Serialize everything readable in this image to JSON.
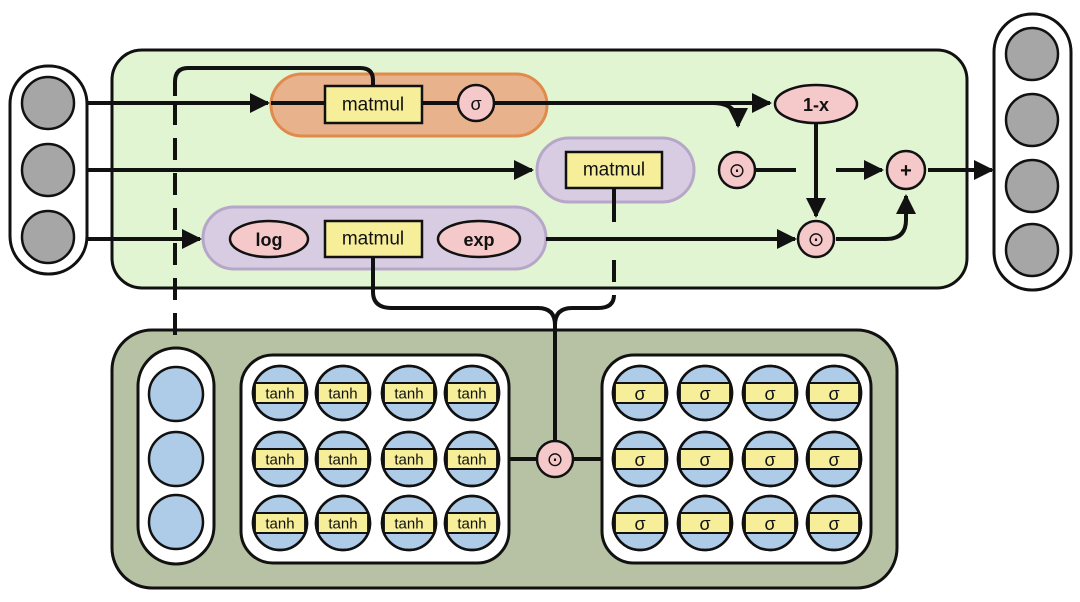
{
  "labels": {
    "matmul_top": "matmul",
    "sigma_top": "σ",
    "matmul_mid": "matmul",
    "matmul_bot": "matmul",
    "log": "log",
    "exp": "exp",
    "one_minus_x": "1-x",
    "plus": "+",
    "hadamard": "⊙",
    "tanh": "tanh",
    "sigma": "σ"
  },
  "colors": {
    "outer_cell": "#e2f5d2",
    "nn_panel": "#b6c2a3",
    "sigma_gate": "#e8b28c",
    "log_gate": "#d8cce3",
    "matmul_box": "#f7ee9a",
    "op_node": "#f5c8c9",
    "io_neuron": "#a6a6a6",
    "hidden_neuron": "#aecbe8"
  },
  "grid": {
    "rows": 3,
    "cols": 4
  }
}
